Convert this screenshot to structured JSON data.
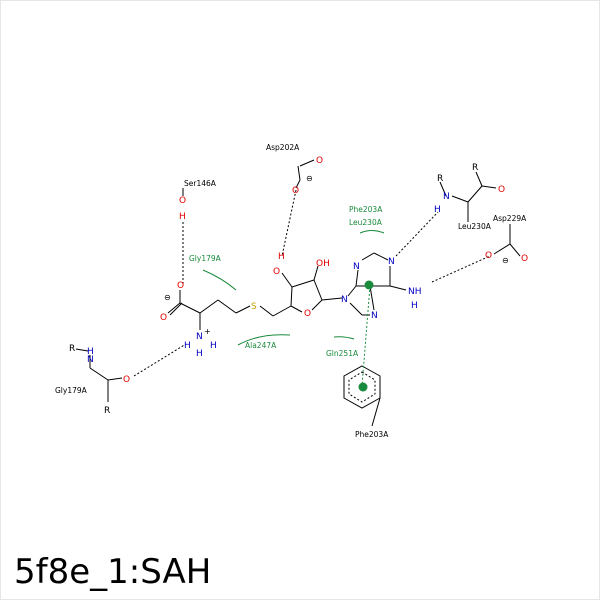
{
  "caption": "5f8e_1:SAH",
  "colors": {
    "oxygen": "#e00000",
    "nitrogen": "#0000c0",
    "sulfur": "#c8a000",
    "hydrophobic": "#1a8a3c",
    "bond": "#000000"
  },
  "residues": {
    "ser146": "Ser146A",
    "asp202": "Asp202A",
    "gly179_top": "Gly179A",
    "gly179_left": "Gly179A",
    "ala247": "Ala247A",
    "phe203_top": "Phe203A",
    "leu230_top": "Leu230A",
    "leu230_right": "Leu230A",
    "asp229": "Asp229A",
    "gln251": "Gln251A",
    "phe203_bottom": "Phe203A"
  },
  "atoms": {
    "o": "O",
    "n": "N",
    "h": "H",
    "s": "S",
    "r": "R",
    "oh": "OH",
    "nh": "NH",
    "minus": "⊖",
    "plus": "+"
  }
}
